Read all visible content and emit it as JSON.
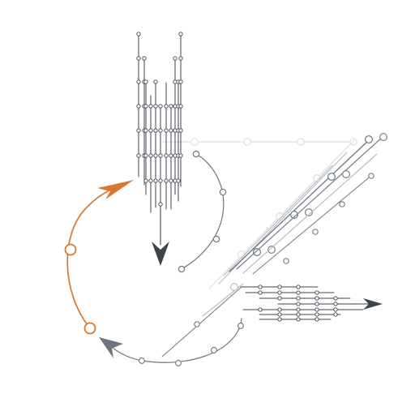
{
  "diagram": {
    "style": "abstract-network-flow",
    "text_labels": [],
    "colors": {
      "background": "#ffffff",
      "accent_orange": "#d9782d",
      "dark_arrow": "#3d434b",
      "slate_line": "#6e7682",
      "mid_gray_line": "#7a7f87",
      "light_gray_line": "#b9bdc3",
      "very_light_line": "#dcdfe3",
      "node_fill": "#ffffff"
    },
    "icons": [
      "arrowhead-down-icon",
      "arrowhead-right-icon",
      "arrowhead-up-right-icon",
      "arrowhead-left-icon"
    ],
    "groups": [
      {
        "name": "vertical-comb-cluster",
        "direction": "down",
        "branch_count": 11
      },
      {
        "name": "diagonal-parallel-lines",
        "direction": "up-right",
        "line_count": 9
      },
      {
        "name": "horizontal-comb-cluster",
        "direction": "right",
        "branch_count": 9
      },
      {
        "name": "orange-cycle-arc",
        "direction": "up-right"
      },
      {
        "name": "slate-cycle-arc",
        "direction": "down-left"
      }
    ]
  }
}
